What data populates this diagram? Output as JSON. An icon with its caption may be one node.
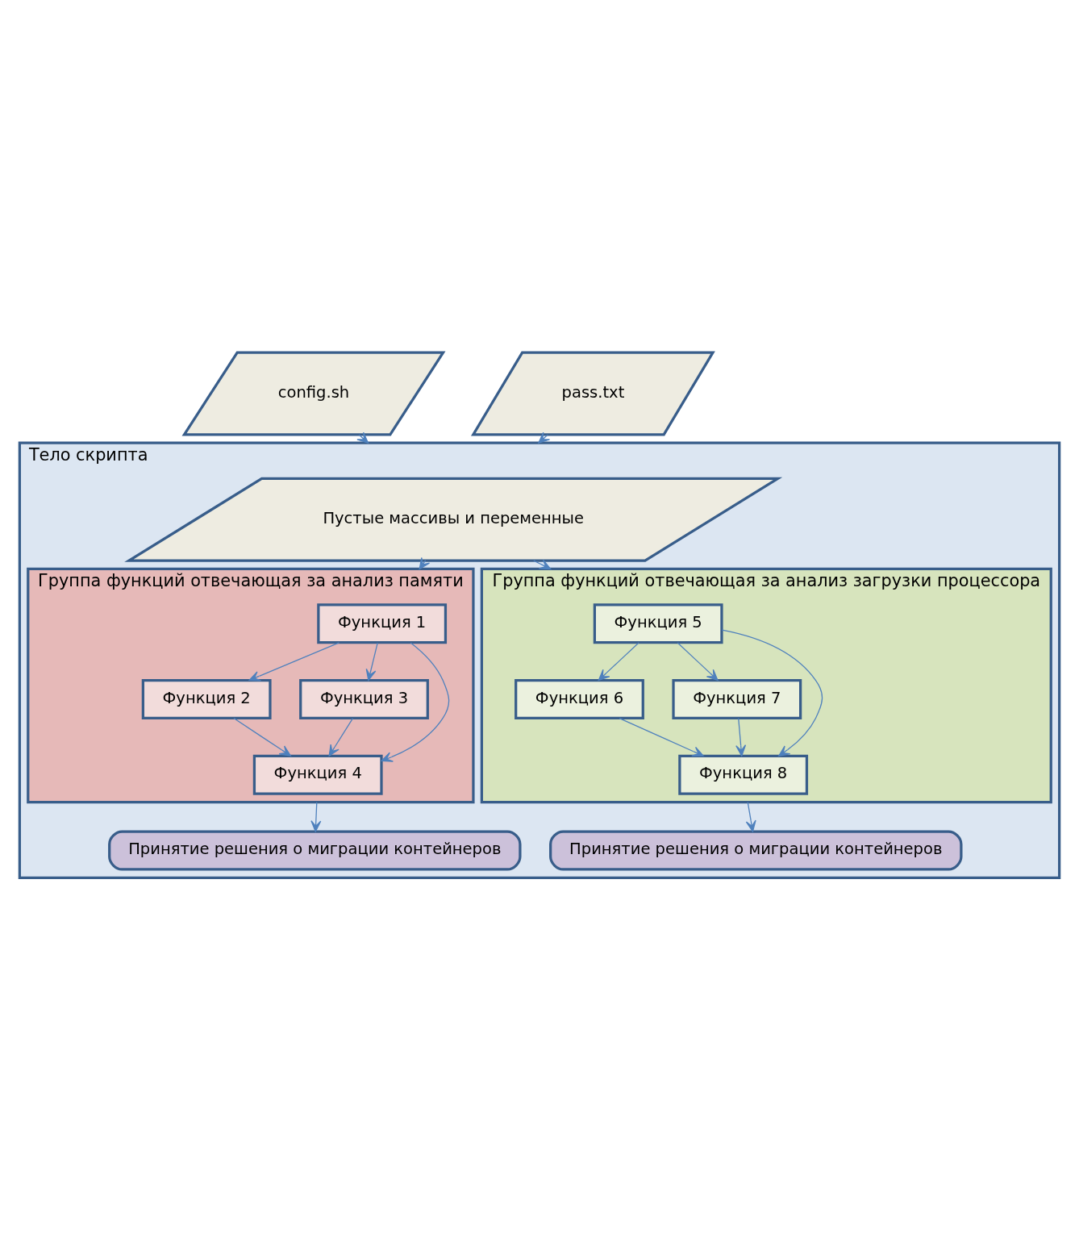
{
  "diagram": {
    "nodes": [
      {
        "text": [
          "config.sh"
        ]
      },
      {
        "text": [
          "pass.txt"
        ]
      },
      {
        "text": [
          "Тело скрипта"
        ]
      },
      {
        "text": [
          "Пустые массивы и переменные"
        ],
        "in": 2
      },
      {
        "text": [
          "Группа функций отвечающая за анализ памяти"
        ],
        "in": 2
      },
      {
        "text": [
          "Функция 1"
        ],
        "in": 4
      },
      {
        "text": [
          "Функция 2"
        ],
        "in": 4
      },
      {
        "text": [
          "Функция 3"
        ],
        "in": 4
      },
      {
        "text": [
          "Функция 4"
        ],
        "in": 4
      },
      {
        "text": [
          "Группа функций отвечающая за анализ загрузки процессора"
        ],
        "in": 2
      },
      {
        "text": [
          "Функция 5"
        ],
        "in": 9
      },
      {
        "text": [
          "Функция 6"
        ],
        "in": 9
      },
      {
        "text": [
          "Функция 7"
        ],
        "in": 9
      },
      {
        "text": [
          "Функция 8"
        ],
        "in": 9
      },
      {
        "text": [
          "Принятие решения о миграции контейнеров"
        ],
        "in": 2
      },
      {
        "text": [
          "Принятие решения о миграции контейнеров"
        ],
        "in": 2
      }
    ],
    "edges": [
      {
        "from": 0,
        "to": 2,
        "arrow": "to"
      },
      {
        "from": 1,
        "to": 2,
        "arrow": "to"
      },
      {
        "from": 3,
        "to": 4,
        "arrow": "to"
      },
      {
        "from": 3,
        "to": 9,
        "arrow": "to"
      },
      {
        "from": 5,
        "to": 6,
        "arrow": "to"
      },
      {
        "from": 5,
        "to": 8,
        "arrow": "to"
      },
      {
        "from": 5,
        "to": 7,
        "arrow": "to"
      },
      {
        "from": 6,
        "to": 8,
        "arrow": "to"
      },
      {
        "from": 7,
        "to": 8,
        "arrow": "to"
      },
      {
        "from": 10,
        "to": 11,
        "arrow": "to"
      },
      {
        "from": 10,
        "to": 13,
        "arrow": "to"
      },
      {
        "from": 10,
        "to": 12,
        "arrow": "to"
      },
      {
        "from": 11,
        "to": 13,
        "arrow": "to"
      },
      {
        "from": 12,
        "to": 13,
        "arrow": "to"
      },
      {
        "from": 4,
        "to": 14,
        "arrow": "to"
      },
      {
        "from": 9,
        "to": 15,
        "arrow": "to"
      }
    ]
  }
}
